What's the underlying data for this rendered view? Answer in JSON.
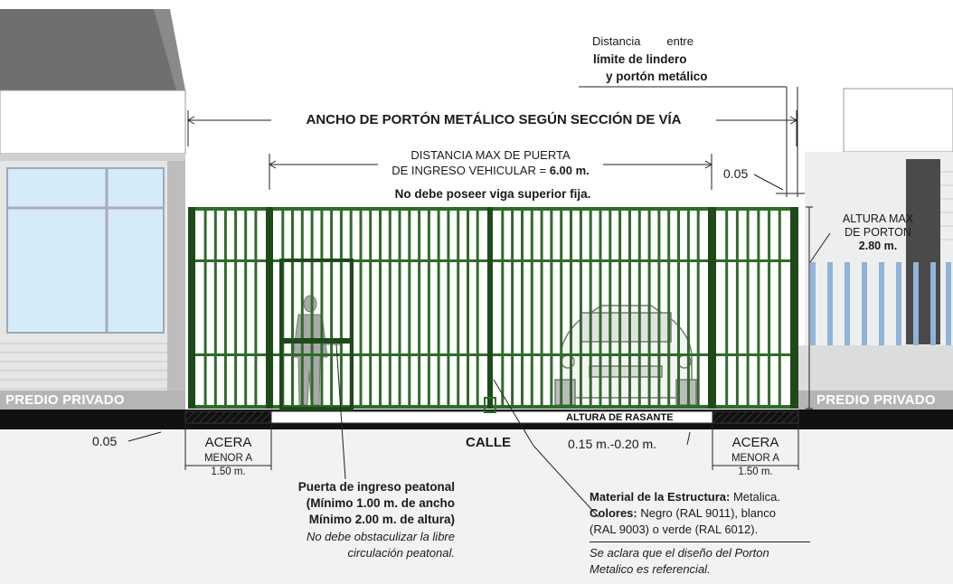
{
  "colors": {
    "gate_green": "#2f6b2a",
    "gate_dark": "#1e4a1a",
    "fence_blue": "#8fb3d9",
    "ground": "#f1f1f1",
    "road": "#111111",
    "wall_gray": "#c8c8c8",
    "window_blue": "#d6ebf8"
  },
  "labels": {
    "top_note_line1": "Distancia        entre",
    "top_note_line2": "límite de lindero",
    "top_note_line3": "y portón metálico",
    "main_dimension": "ANCHO DE PORTÓN METÁLICO SEGÚN SECCIÓN DE VÍA",
    "vehicular_line1": "DISTANCIA MAX DE PUERTA",
    "vehicular_line2_prefix": "DE INGRESO VEHICULAR = ",
    "vehicular_line2_value": "6.00 m.",
    "no_beam": "No debe poseer viga superior fija.",
    "dim_005_top": "0.05",
    "altura_line1": "ALTURA MAX",
    "altura_line2": "DE PORTON",
    "altura_value": "2.80 m.",
    "predio_left": "PREDIO PRIVADO",
    "predio_right": "PREDIO PRIVADO",
    "altura_rasante": "ALTURA DE RASANTE",
    "dim_005_bottom": "0.05",
    "acera_left": "ACERA",
    "menor_left_1": "MENOR A",
    "menor_left_2": "1.50 m.",
    "calle": "CALLE",
    "curb_range": "0.15 m.-0.20 m.",
    "acera_right": "ACERA",
    "menor_right_1": "MENOR A",
    "menor_right_2": "1.50 m.",
    "pedestrian_1": "Puerta de ingreso peatonal",
    "pedestrian_2": "(Mínimo 1.00 m. de ancho",
    "pedestrian_3": "Mínimo 2.00 m. de altura)",
    "pedestrian_4": "No debe obstaculizar la libre",
    "pedestrian_5": "circulación peatonal.",
    "material_label": "Material de la Estructura:",
    "material_value": " Metalica.",
    "colors_label": "Colores:",
    "colors_value_1": " Negro (RAL 9011), blanco",
    "colors_value_2": "(RAL 9003) o verde (RAL 6012).",
    "disclaimer_1": "Se aclara que el diseño del Porton",
    "disclaimer_2": "Metalico es referencial."
  }
}
